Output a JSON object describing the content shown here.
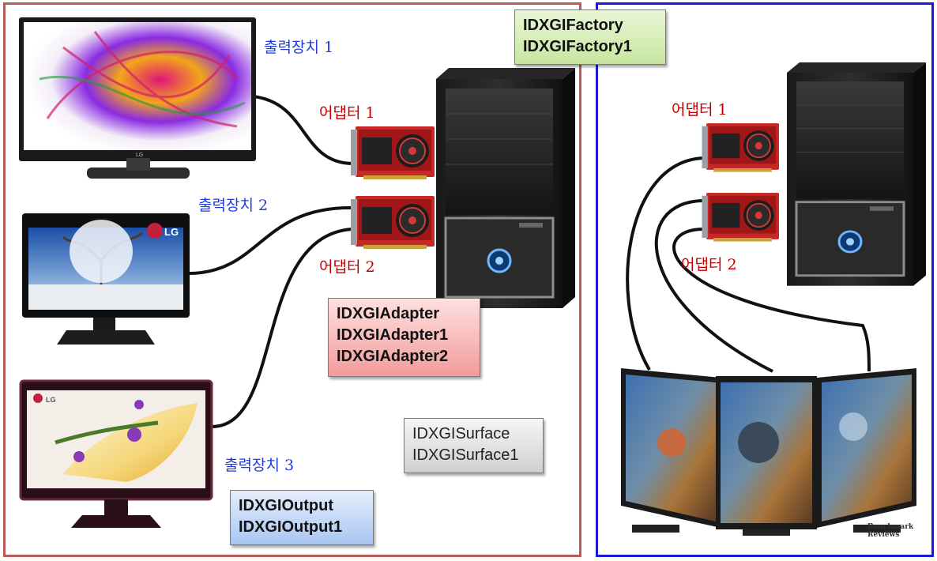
{
  "labels": {
    "output1": "출력장치 1",
    "output2": "출력장치 2",
    "output3": "출력장치 3",
    "adapter1_left": "어댑터 1",
    "adapter2_left": "어댑터 2",
    "adapter1_right": "어댑터 1",
    "adapter2_right": "어댑터 2"
  },
  "boxes": {
    "factory": [
      "IDXGIFactory",
      "IDXGIFactory1"
    ],
    "adapter": [
      "IDXGIAdapter",
      "IDXGIAdapter1",
      "IDXGIAdapter2"
    ],
    "surface": [
      "IDXGISurface",
      "IDXGISurface1"
    ],
    "output": [
      "IDXGIOutput",
      "IDXGIOutput1"
    ]
  },
  "monitor_brand": "LG",
  "watermark": "Benchmark Reviews",
  "colors": {
    "left_frame": "#b95b5b",
    "right_frame": "#1a1ad0",
    "output_label": "#1f3ae0",
    "adapter_label": "#c00000",
    "factory_box": "#c6e6a0",
    "adapter_box": "#f19b9b",
    "surface_box": "#cfcfcf",
    "output_box": "#a9c6f1"
  }
}
